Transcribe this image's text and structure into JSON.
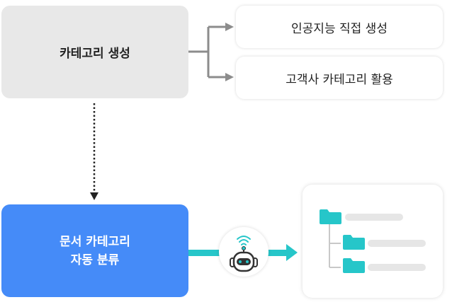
{
  "diagram": {
    "category_generation": {
      "label": "카테고리 생성"
    },
    "options": [
      {
        "label": "인공지능 직접 생성"
      },
      {
        "label": "고객사 카테고리 활용"
      }
    ],
    "auto_classification": {
      "line1": "문서 카테고리",
      "line2": "자동 분류"
    },
    "robot": {
      "icon": "robot-icon"
    },
    "tree": {
      "icon": "folder-tree-icon",
      "levels": [
        "root",
        "child",
        "child"
      ]
    },
    "colors": {
      "gray_box": "#e8e8e8",
      "blue_box": "#458bf8",
      "teal": "#26c6c9",
      "connector_gray": "#8c8c8c",
      "dotted_arrow": "#222222"
    }
  }
}
